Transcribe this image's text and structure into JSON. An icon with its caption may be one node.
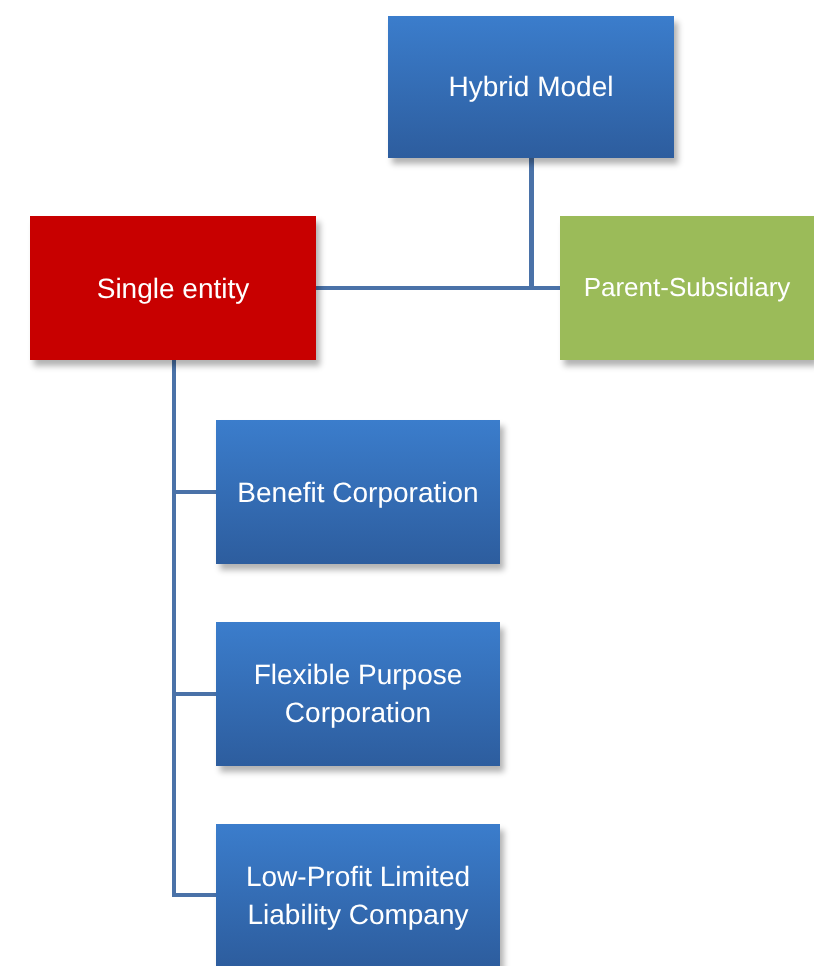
{
  "diagram": {
    "nodes": [
      {
        "text": [
          "Hybrid Model"
        ]
      },
      {
        "text": [
          "Single entity"
        ]
      },
      {
        "text": [
          "Parent-Subsidiary"
        ]
      },
      {
        "text": [
          "Benefit Corporation"
        ]
      },
      {
        "text": [
          "Flexible Purpose Corporation"
        ]
      },
      {
        "text": [
          "Low-Profit Limited Liability Company"
        ]
      }
    ],
    "edges": [
      {
        "from": 0,
        "to": 1,
        "arrow": "none"
      },
      {
        "from": 0,
        "to": 2,
        "arrow": "none"
      },
      {
        "from": 1,
        "to": 3,
        "arrow": "none"
      },
      {
        "from": 1,
        "to": 4,
        "arrow": "none"
      },
      {
        "from": 1,
        "to": 5,
        "arrow": "none"
      }
    ]
  }
}
